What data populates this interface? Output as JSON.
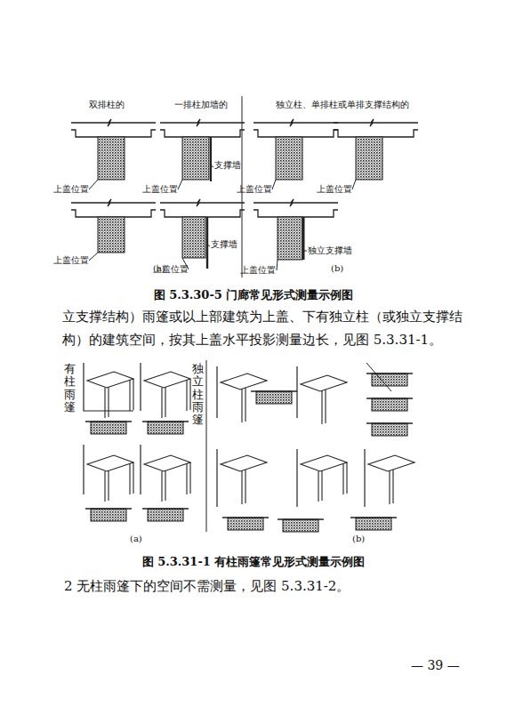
{
  "diagram": {
    "labels": [
      "双排柱的",
      "一排柱加墙的",
      "独立柱、单排柱或单排支撑结构的",
      "支撑墙",
      "上盖位置",
      "上盖位置",
      "上盖位置",
      "上盖位置",
      "支撑墙",
      "独立支撑墙",
      "上盖位置",
      "上盖位置",
      "上盖位置",
      "(a)",
      "(b)",
      "图 5.3.30-5 门廊常见形式测量示例图",
      "立支撑结构）雨篷或以上部建筑为上盖、下有独立柱（或独立支撑结构）的建筑空间，按其上盖水平投影测量边长，见图 5.3.31-1。",
      "有柱雨篷",
      "独立柱雨篷",
      "(a)",
      "(b)",
      "图 5.3.31-1 有柱雨篷常见形式测量示例图",
      "2 无柱雨篷下的空间不需测量，见图 5.3.31-2。",
      "— 39 —"
    ]
  }
}
